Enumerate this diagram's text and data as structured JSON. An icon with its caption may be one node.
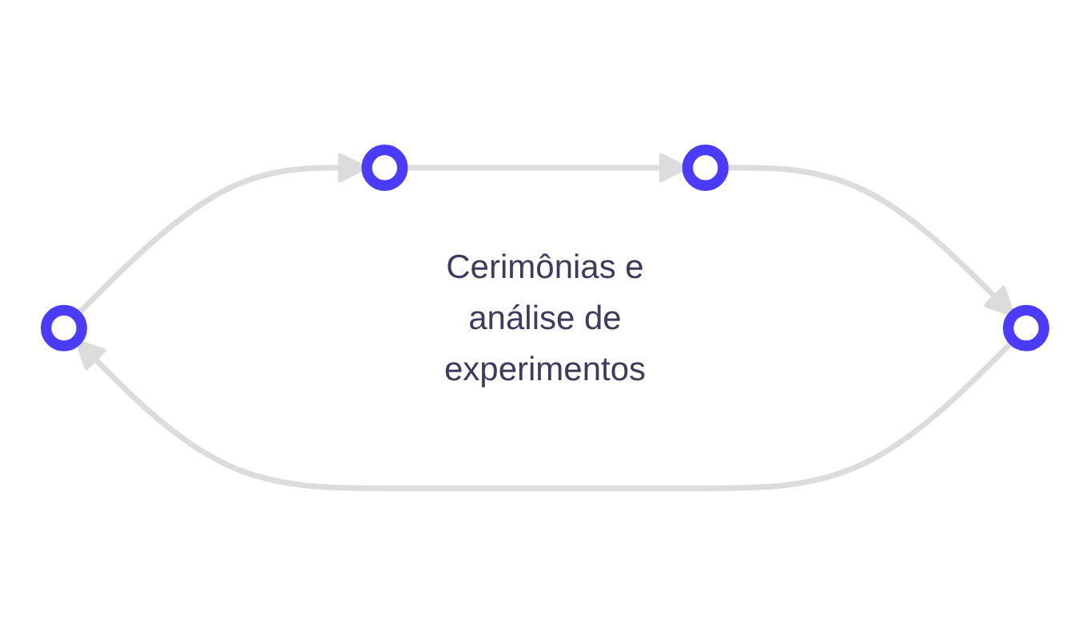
{
  "diagram": {
    "nodes": [
      {
        "text": [],
        "shape": "circle"
      },
      {
        "text": [],
        "shape": "circle"
      },
      {
        "text": [],
        "shape": "circle"
      },
      {
        "text": [],
        "shape": "circle"
      }
    ],
    "edges": [
      {
        "from": 1,
        "to": 0,
        "arrow": "to"
      },
      {
        "from": 0,
        "to": 2,
        "arrow": "to"
      },
      {
        "from": 2,
        "to": 3,
        "arrow": "to"
      },
      {
        "from": 3,
        "to": 1,
        "arrow": "to"
      }
    ],
    "labels": [
      "Cerimônias e análise de experimentos"
    ]
  }
}
